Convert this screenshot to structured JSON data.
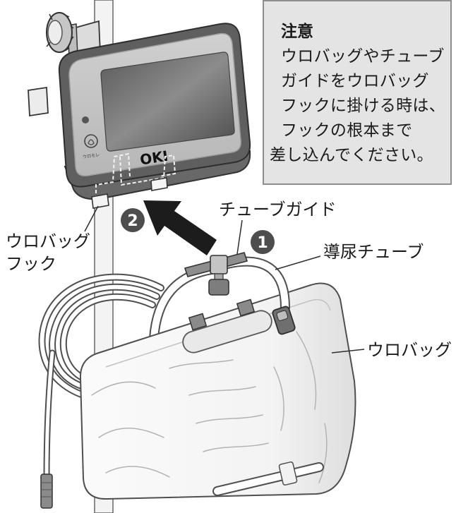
{
  "note": {
    "title": "注意",
    "lines": [
      "ウロバッグやチューブ",
      "ガイドをウロバッグ",
      "フックに掛ける時は、",
      "フックの根本まで",
      "差し込んでください。"
    ]
  },
  "labels": {
    "tube_guide": "チューブガイド",
    "catheter_tube": "導尿チューブ",
    "urobag": "ウロバッグ",
    "urobag_hook": [
      "ウロバッグ",
      "フック"
    ]
  },
  "steps": {
    "first": "1",
    "second": "2"
  },
  "device": {
    "brand": "OKI",
    "product_label": "ウロモレ"
  },
  "icons": {
    "step_arrow": "arrow-up-left-icon",
    "device_logo": "product-logo-icon"
  },
  "colors": {
    "note_background": "#e4e4e4",
    "note_border": "#8e8e8e",
    "step_badge": "#4d4d4d",
    "arrow": "#1c1c1c",
    "device_bezel": "#5f5f5f",
    "device_face": "#c6c6c6",
    "bag": "#f7f7f7"
  }
}
